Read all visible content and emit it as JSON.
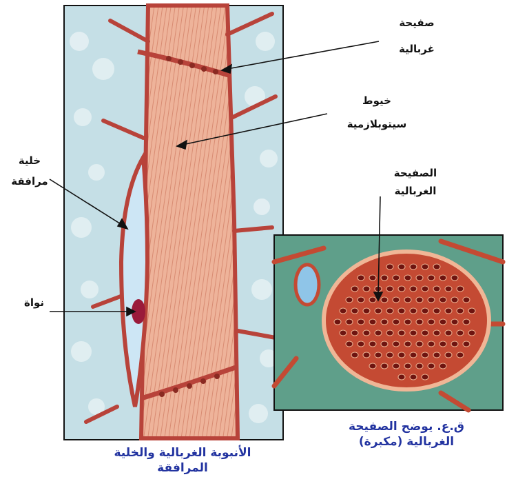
{
  "labels": {
    "sieve_plate_top": [
      "صفيحة",
      "غربالية"
    ],
    "cytoplasmic_strands": [
      "خيوط",
      "سيتوبلازمية"
    ],
    "companion_cell": [
      "خلية",
      "مرافقة"
    ],
    "nucleus": "نواة",
    "sieve_plate_inset": [
      "الصفيحة",
      "الغربالية"
    ]
  },
  "captions": {
    "main": [
      "الأنبوبة الغربالية والخلية",
      "المرافقة"
    ],
    "inset": [
      "ق.ع. يوضح الصفيحة",
      "الغربالية (مكبرة)"
    ]
  },
  "colors": {
    "background_cells": "#c5dfe6",
    "tube": "#e8a48c",
    "wall": "#b8433a",
    "companion_cell": "#cde6f5",
    "nucleus": "#9a1a3a",
    "inset_bg": "#5f9f8a",
    "plate_fill": "#c44a33",
    "pore": "#6e1410",
    "caption": "#2233a0"
  }
}
